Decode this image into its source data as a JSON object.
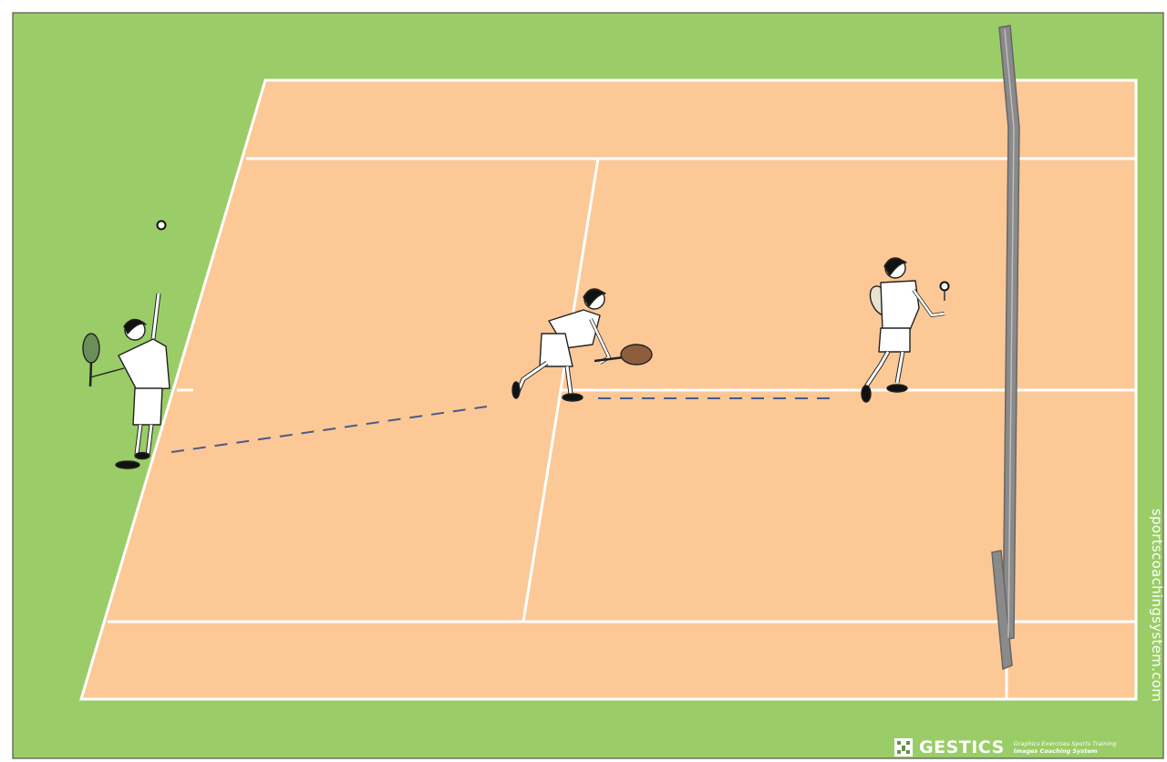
{
  "colors": {
    "grass": "#9acd67",
    "court": "#fcc896",
    "lines": "#ffffff",
    "net": "#7a7a7a",
    "path": "#4a5a8a",
    "outer_border": "#555555"
  },
  "watermark": {
    "url": "sportscoachingsystem.com",
    "brand": "GESTICS",
    "tagline_1": "Graphics Exercises Sports Training",
    "tagline_2": "Images Coaching System"
  },
  "players": [
    {
      "role": "server",
      "label": ""
    },
    {
      "role": "server-partner",
      "label": ""
    },
    {
      "role": "receiver-net",
      "label": ""
    }
  ]
}
